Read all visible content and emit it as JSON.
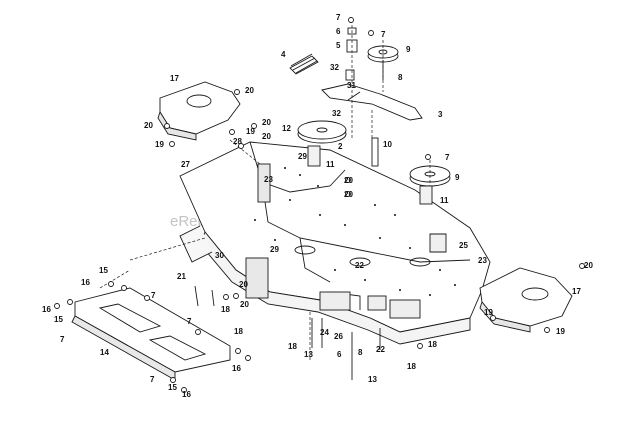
{
  "diagram": {
    "watermark": "eReplacementParts.com",
    "callouts": [
      {
        "id": "c7a",
        "text": "7"
      },
      {
        "id": "c6",
        "text": "6"
      },
      {
        "id": "c5",
        "text": "5"
      },
      {
        "id": "c7b",
        "text": "7"
      },
      {
        "id": "c9a",
        "text": "9"
      },
      {
        "id": "c4",
        "text": "4"
      },
      {
        "id": "c32a",
        "text": "32"
      },
      {
        "id": "c31",
        "text": "31"
      },
      {
        "id": "c8",
        "text": "8"
      },
      {
        "id": "c17a",
        "text": "17"
      },
      {
        "id": "c20a",
        "text": "20"
      },
      {
        "id": "c3",
        "text": "3"
      },
      {
        "id": "c32b",
        "text": "32"
      },
      {
        "id": "c20b",
        "text": "20"
      },
      {
        "id": "c20c",
        "text": "20"
      },
      {
        "id": "c12",
        "text": "12"
      },
      {
        "id": "c2",
        "text": "2"
      },
      {
        "id": "c19a",
        "text": "19"
      },
      {
        "id": "c20d",
        "text": "20"
      },
      {
        "id": "c10",
        "text": "10"
      },
      {
        "id": "c19b",
        "text": "19"
      },
      {
        "id": "c28",
        "text": "28"
      },
      {
        "id": "c29a",
        "text": "29"
      },
      {
        "id": "c11a",
        "text": "11"
      },
      {
        "id": "c7c",
        "text": "7"
      },
      {
        "id": "c9b",
        "text": "9"
      },
      {
        "id": "c27",
        "text": "27"
      },
      {
        "id": "c23a",
        "text": "23"
      },
      {
        "id": "c20e",
        "text": "20"
      },
      {
        "id": "c20f",
        "text": "20"
      },
      {
        "id": "c11b",
        "text": "11"
      },
      {
        "id": "c29b",
        "text": "29"
      },
      {
        "id": "c22",
        "text": "22"
      },
      {
        "id": "c25",
        "text": "25"
      },
      {
        "id": "c30",
        "text": "30"
      },
      {
        "id": "c23b",
        "text": "23"
      },
      {
        "id": "c20g",
        "text": "20"
      },
      {
        "id": "c16a",
        "text": "16"
      },
      {
        "id": "c21",
        "text": "21"
      },
      {
        "id": "c15a",
        "text": "15"
      },
      {
        "id": "c7d",
        "text": "7"
      },
      {
        "id": "c17b",
        "text": "17"
      },
      {
        "id": "c20h",
        "text": "20"
      },
      {
        "id": "c16b",
        "text": "16"
      },
      {
        "id": "c18a",
        "text": "18"
      },
      {
        "id": "c15b",
        "text": "15"
      },
      {
        "id": "c20i",
        "text": "20"
      },
      {
        "id": "c7e",
        "text": "7"
      },
      {
        "id": "c18b",
        "text": "18"
      },
      {
        "id": "c24",
        "text": "24"
      },
      {
        "id": "c26",
        "text": "26"
      },
      {
        "id": "c19c",
        "text": "19"
      },
      {
        "id": "c19d",
        "text": "19"
      },
      {
        "id": "c14",
        "text": "14"
      },
      {
        "id": "c18c",
        "text": "18"
      },
      {
        "id": "c13a",
        "text": "13"
      },
      {
        "id": "c6b",
        "text": "6"
      },
      {
        "id": "c8b",
        "text": "8"
      },
      {
        "id": "c22b",
        "text": "22"
      },
      {
        "id": "c18d",
        "text": "18"
      },
      {
        "id": "c7f",
        "text": "7"
      },
      {
        "id": "c16c",
        "text": "16"
      },
      {
        "id": "c18e",
        "text": "18"
      },
      {
        "id": "c13b",
        "text": "13"
      },
      {
        "id": "c7g",
        "text": "7"
      },
      {
        "id": "c15c",
        "text": "15"
      },
      {
        "id": "c16d",
        "text": "16"
      }
    ]
  }
}
